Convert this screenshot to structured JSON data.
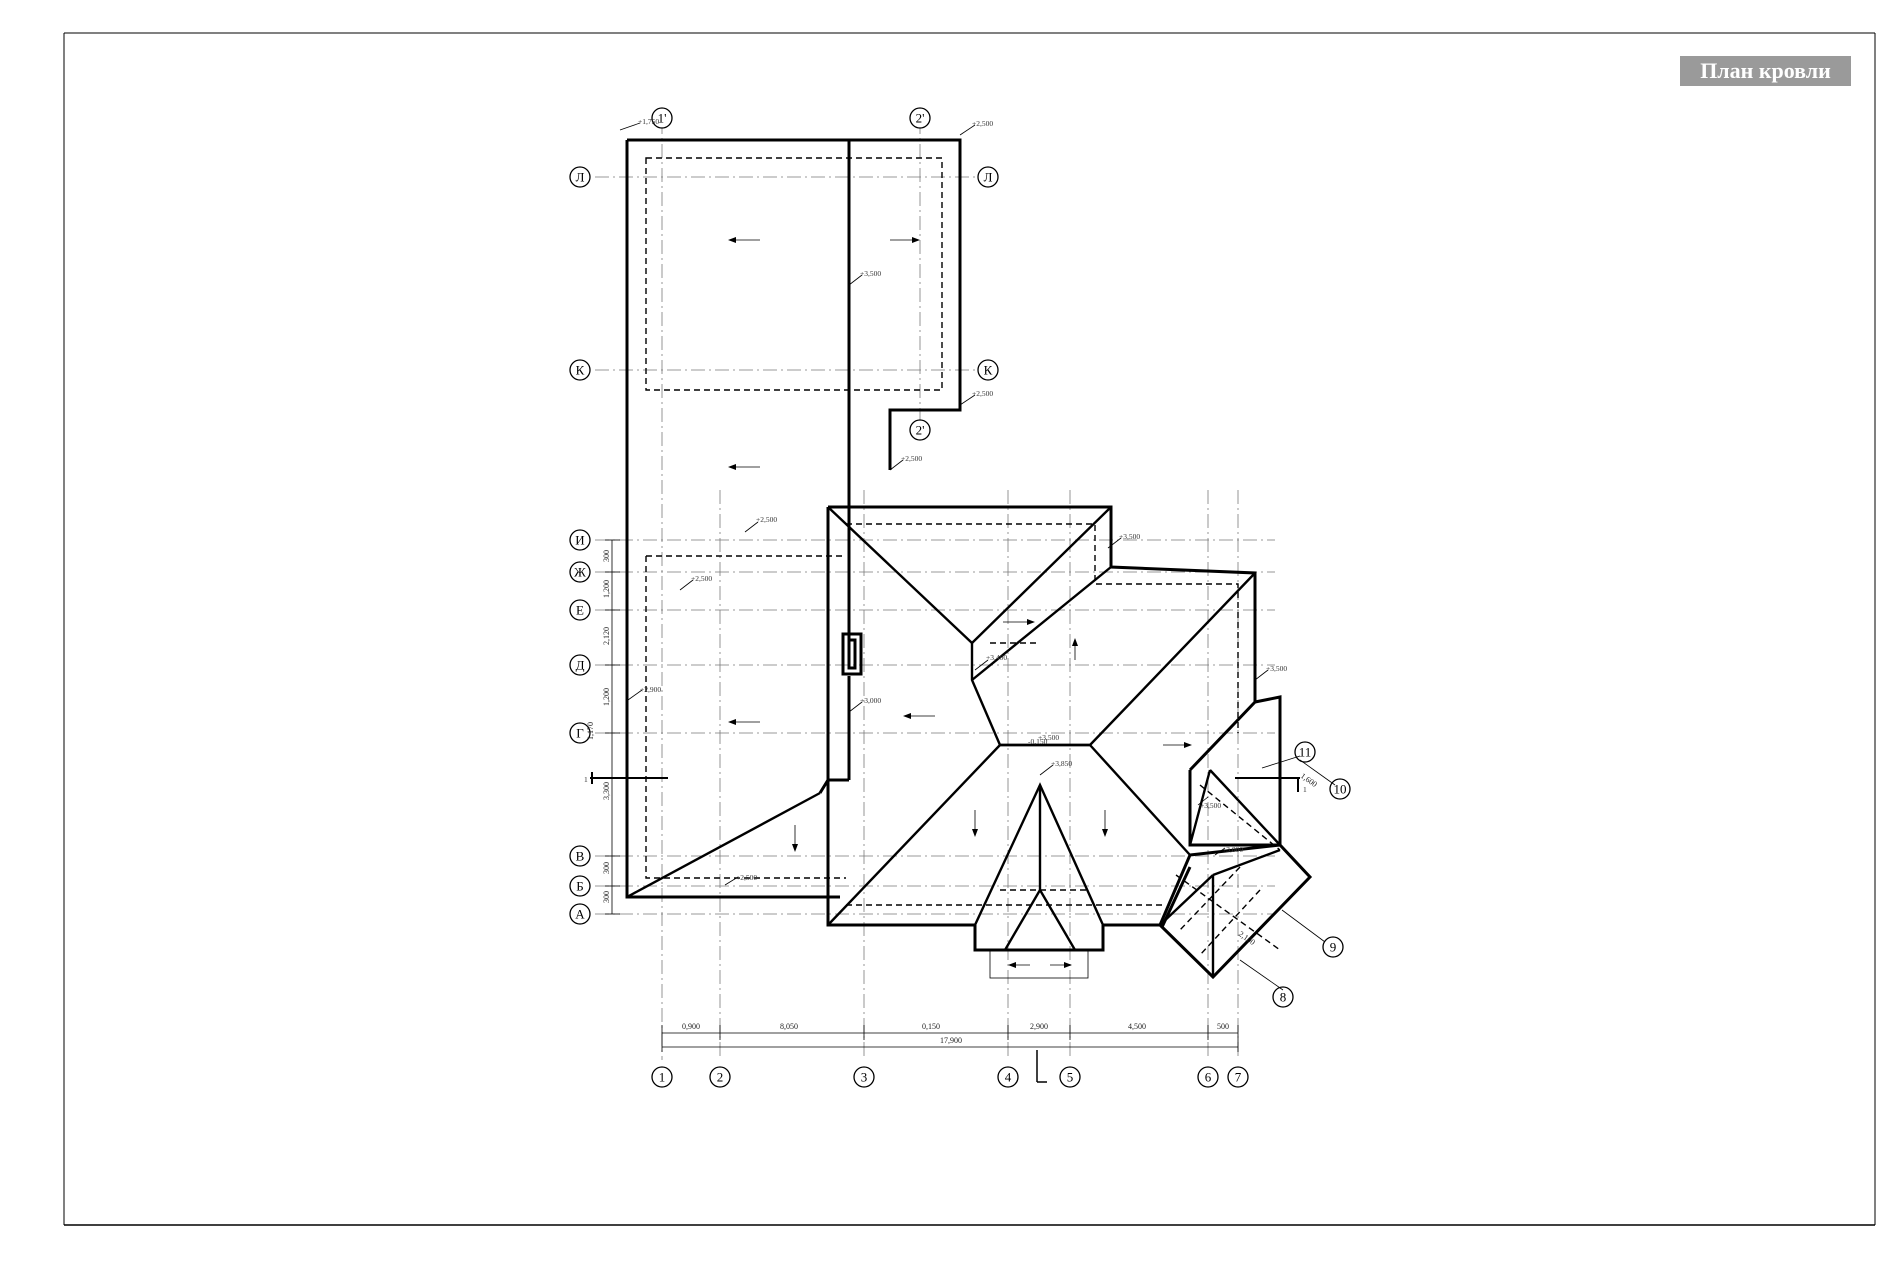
{
  "title": "План кровли",
  "column_axes": [
    "1",
    "2",
    "3",
    "4",
    "5",
    "6",
    "7"
  ],
  "row_axes": [
    "А",
    "Б",
    "В",
    "Г",
    "Д",
    "Е",
    "Ж",
    "И",
    "К",
    "Л"
  ],
  "extra_axes": [
    "1'",
    "2'",
    "8",
    "9",
    "10",
    "11"
  ],
  "dimensions": {
    "segments": [
      "0,900",
      "8,050",
      "0,150",
      "2,900",
      "4,500",
      "500"
    ],
    "total": "17,900",
    "left_side": [
      "300",
      "300",
      "3,300",
      "1,170",
      "1,200",
      "2,120",
      "1,200",
      "300"
    ],
    "right_side": [
      "1,600",
      "2,100"
    ]
  },
  "elevations": [
    "+1,750",
    "+2,500",
    "+2,500",
    "+3,500",
    "+2,500",
    "+2,500",
    "+2,900",
    "+2,500",
    "+3,500",
    "+3,400",
    "+3,850",
    "+3,000",
    "+3,500",
    "+2,500",
    "+3,500",
    "+3,000",
    "+3,500",
    "-0,150"
  ],
  "section_marks": [
    "1",
    "1"
  ],
  "colors": {
    "ink": "#000000",
    "title_bg": "#9a9a9a",
    "title_fg": "#ffffff"
  }
}
